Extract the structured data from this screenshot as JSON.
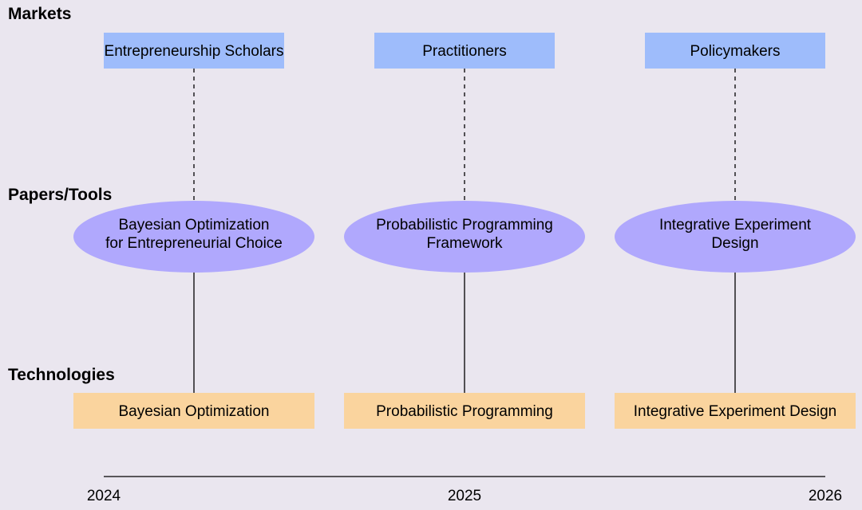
{
  "colors": {
    "background": "#eae6ef",
    "market_fill": "#9ebcfb",
    "paper_fill": "#b0a8fd",
    "technology_fill": "#fad49e",
    "line": "#000000"
  },
  "layers": {
    "markets": "Markets",
    "papers_tools": "Papers/Tools",
    "technologies": "Technologies"
  },
  "columns": [
    {
      "market": "Entrepreneurship Scholars",
      "paper": [
        "Bayesian Optimization",
        "for Entrepreneurial Choice"
      ],
      "technology": "Bayesian Optimization"
    },
    {
      "market": "Practitioners",
      "paper": [
        "Probabilistic Programming",
        "Framework"
      ],
      "technology": "Probabilistic Programming"
    },
    {
      "market": "Policymakers",
      "paper": [
        "Integrative Experiment",
        "Design"
      ],
      "technology": "Integrative Experiment Design"
    }
  ],
  "timeline": {
    "years": [
      "2024",
      "2025",
      "2026"
    ]
  }
}
